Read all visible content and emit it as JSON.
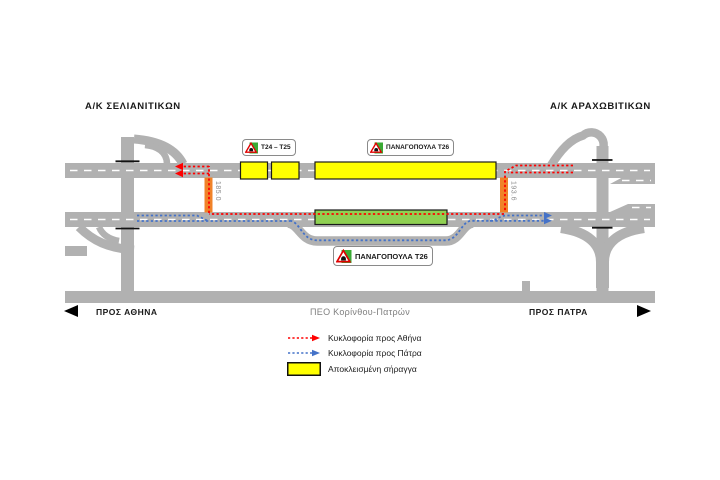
{
  "diagram": {
    "interchange_left": "Α/Κ ΣΕΛΙΑΝΙΤΙΚΩΝ",
    "interchange_right": "Α/Κ ΑΡΑΧΩΒΙΤΙΚΩΝ",
    "signs": {
      "t24_t25": {
        "label": "Τ24 – Τ25"
      },
      "t26_top": {
        "label": "ΠΑΝΑΓΟΠΟΥΛΑ Τ26"
      },
      "t26_bottom": {
        "label": "ΠΑΝΑΓΟΠΟΥΛΑ Τ26"
      }
    },
    "chainage_left": "185.0",
    "chainage_right": "193.6",
    "bottom_road_label": "ΠΕΟ Κορίνθου-Πατρών",
    "direction_left": "ΠΡΟΣ ΑΘΗΝΑ",
    "direction_right": "ΠΡΟΣ ΠΑΤΡΑ",
    "legend": {
      "items": [
        {
          "label": "Κυκλοφορία προς Αθήνα",
          "color": "#ff0000"
        },
        {
          "label": "Κυκλοφορία προς Πάτρα",
          "color": "#4472c8"
        },
        {
          "label": "Αποκλεισμένη σήραγγα",
          "color": "#ffff00"
        }
      ]
    },
    "colors": {
      "road": "#b1b1b1",
      "closed_tunnel": "#ffff00",
      "open_tunnel": "#8fd052",
      "crossover": "#f08228",
      "athens_route": "#ff0000",
      "patras_route": "#4472c8"
    }
  }
}
